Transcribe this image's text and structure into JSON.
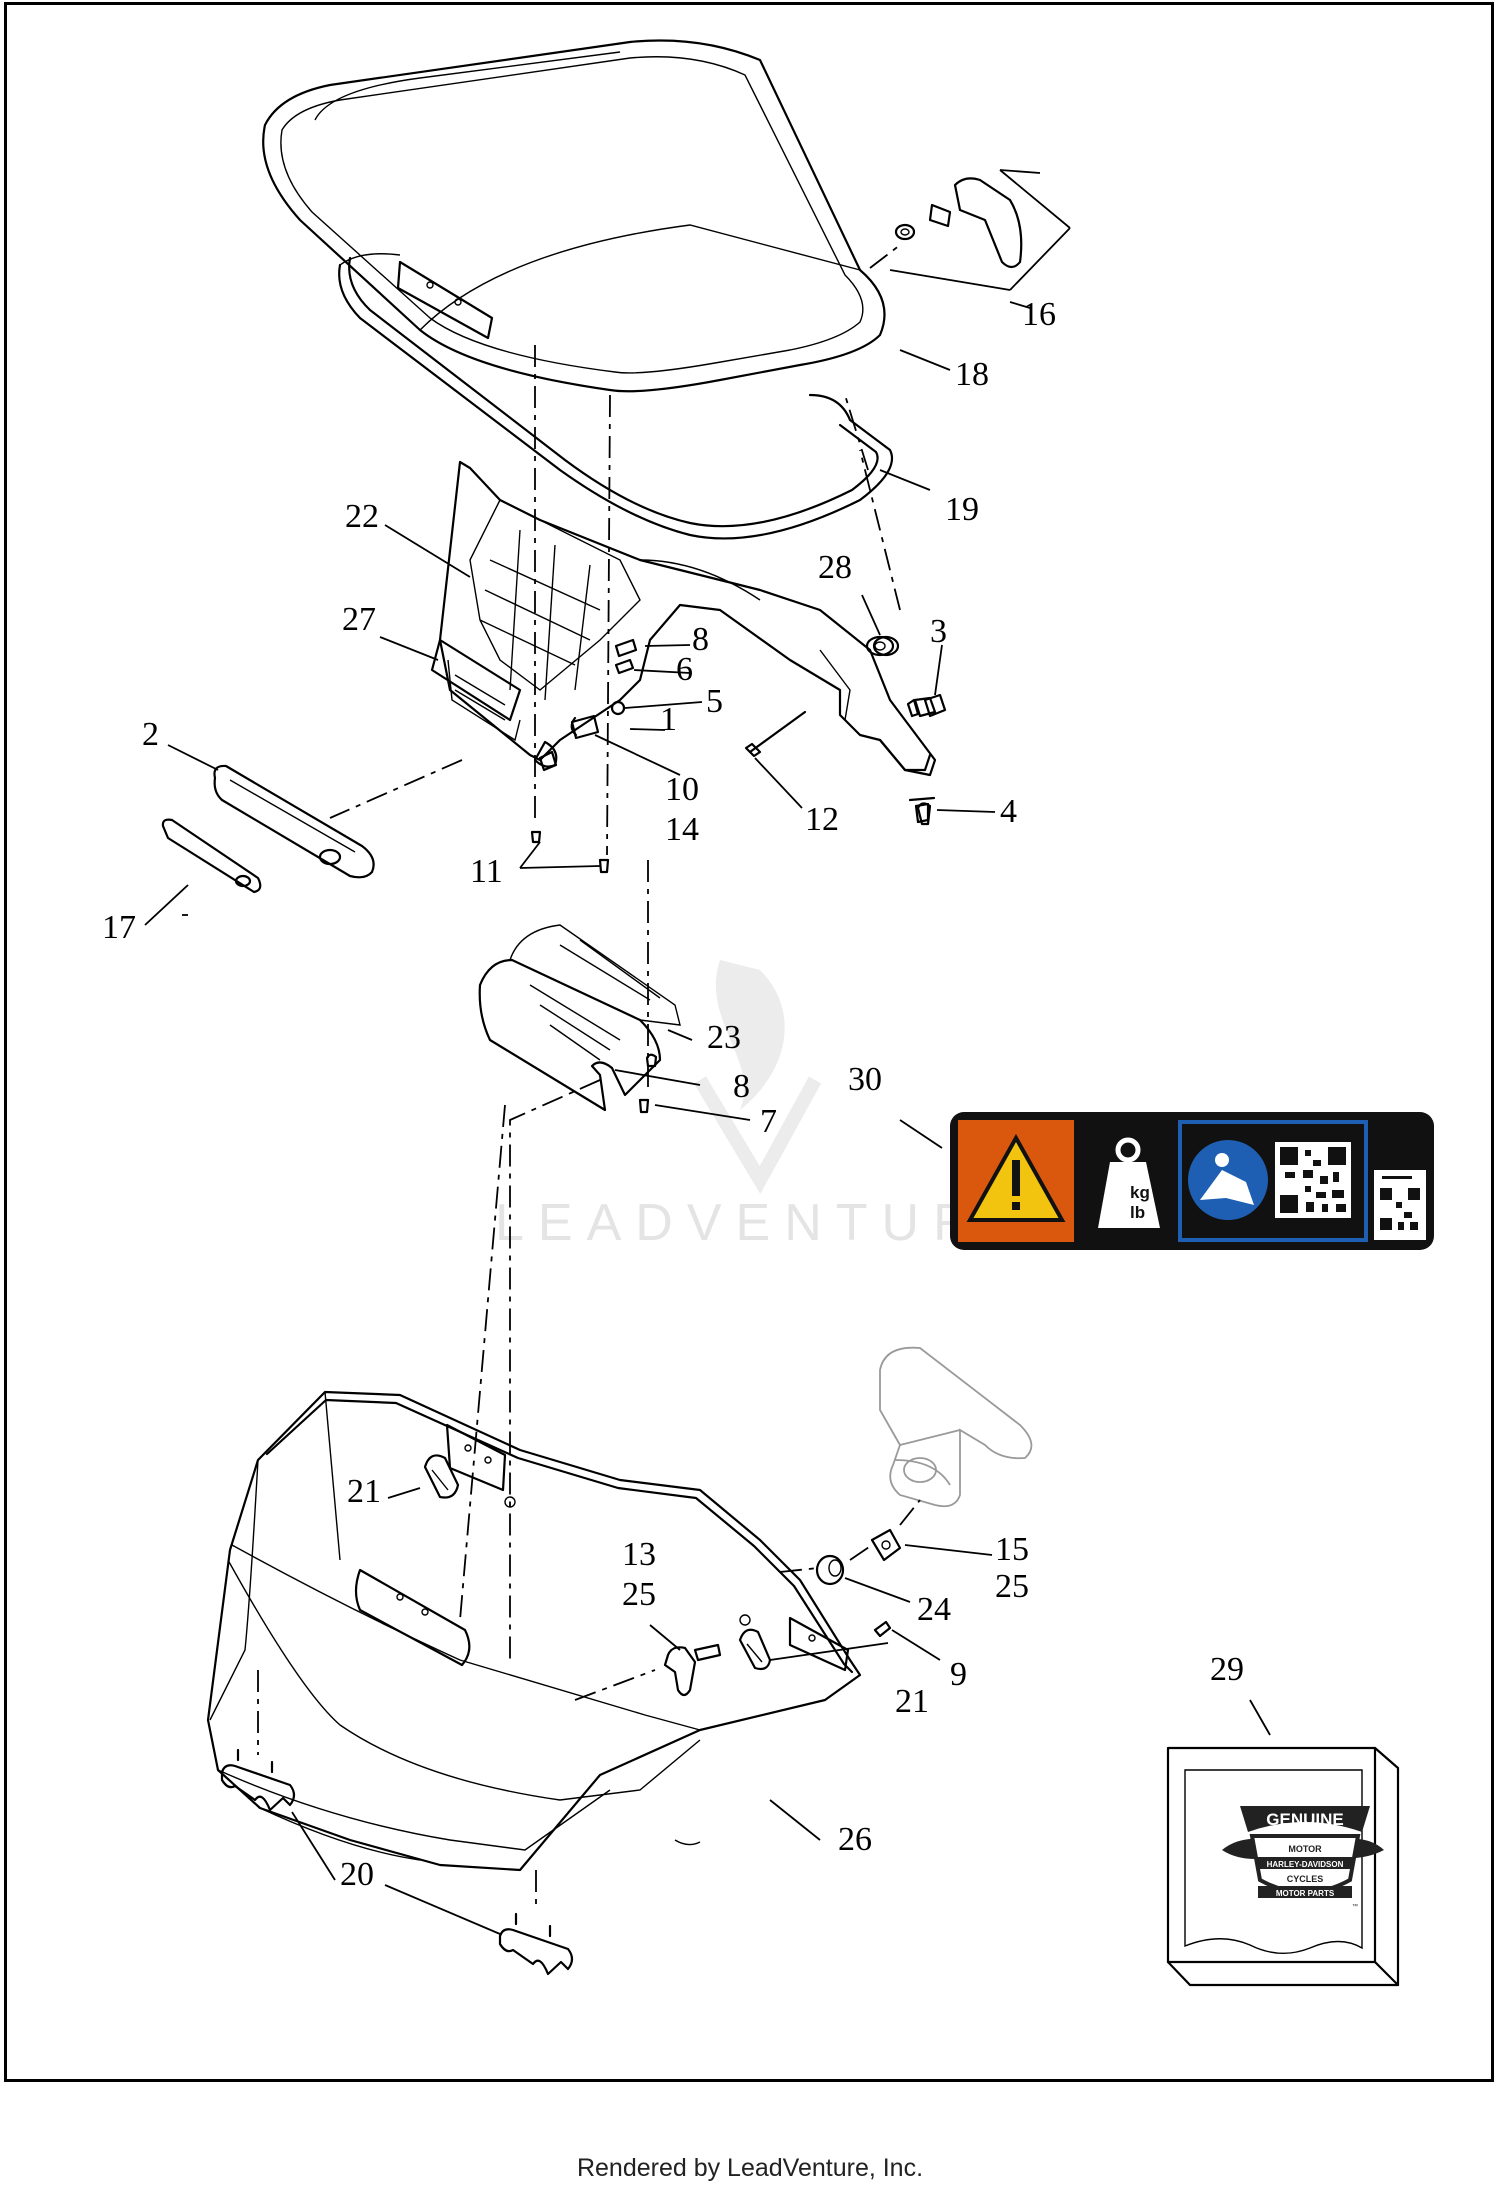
{
  "callouts": [
    {
      "id": "c1",
      "text": "1"
    },
    {
      "id": "c2",
      "text": "2"
    },
    {
      "id": "c3",
      "text": "3"
    },
    {
      "id": "c4",
      "text": "4"
    },
    {
      "id": "c5",
      "text": "5"
    },
    {
      "id": "c6",
      "text": "6"
    },
    {
      "id": "c7a",
      "text": "7"
    },
    {
      "id": "c7b",
      "text": "7"
    },
    {
      "id": "c8a",
      "text": "8"
    },
    {
      "id": "c8b",
      "text": "8"
    },
    {
      "id": "c9",
      "text": "9"
    },
    {
      "id": "c10",
      "text": "10"
    },
    {
      "id": "c11",
      "text": "11"
    },
    {
      "id": "c12",
      "text": "12"
    },
    {
      "id": "c13",
      "text": "13"
    },
    {
      "id": "c14",
      "text": "14"
    },
    {
      "id": "c15",
      "text": "15"
    },
    {
      "id": "c16",
      "text": "16"
    },
    {
      "id": "c17",
      "text": "17"
    },
    {
      "id": "c18",
      "text": "18"
    },
    {
      "id": "c19",
      "text": "19"
    },
    {
      "id": "c20",
      "text": "20"
    },
    {
      "id": "c21a",
      "text": "21"
    },
    {
      "id": "c21b",
      "text": "21"
    },
    {
      "id": "c22",
      "text": "22"
    },
    {
      "id": "c23",
      "text": "23"
    },
    {
      "id": "c24",
      "text": "24"
    },
    {
      "id": "c25a",
      "text": "25"
    },
    {
      "id": "c25b",
      "text": "25"
    },
    {
      "id": "c26",
      "text": "26"
    },
    {
      "id": "c27",
      "text": "27"
    },
    {
      "id": "c28",
      "text": "28"
    },
    {
      "id": "c29",
      "text": "29"
    },
    {
      "id": "c30",
      "text": "30"
    }
  ],
  "warning_label": {
    "weight_units": [
      "kg",
      "lb"
    ],
    "colors": {
      "background": "#111111",
      "warning": "#d9580e",
      "info_border": "#1e5fb3",
      "info_icon": "#1e5fb3"
    }
  },
  "parts_kit_box": {
    "logo_lines": [
      "GENUINE",
      "MOTOR",
      "HARLEY-DAVIDSON",
      "CYCLES",
      "MOTOR PARTS"
    ],
    "trademark": "™"
  },
  "watermark": "LEADVENTURE",
  "footer": "Rendered by LeadVenture, Inc."
}
